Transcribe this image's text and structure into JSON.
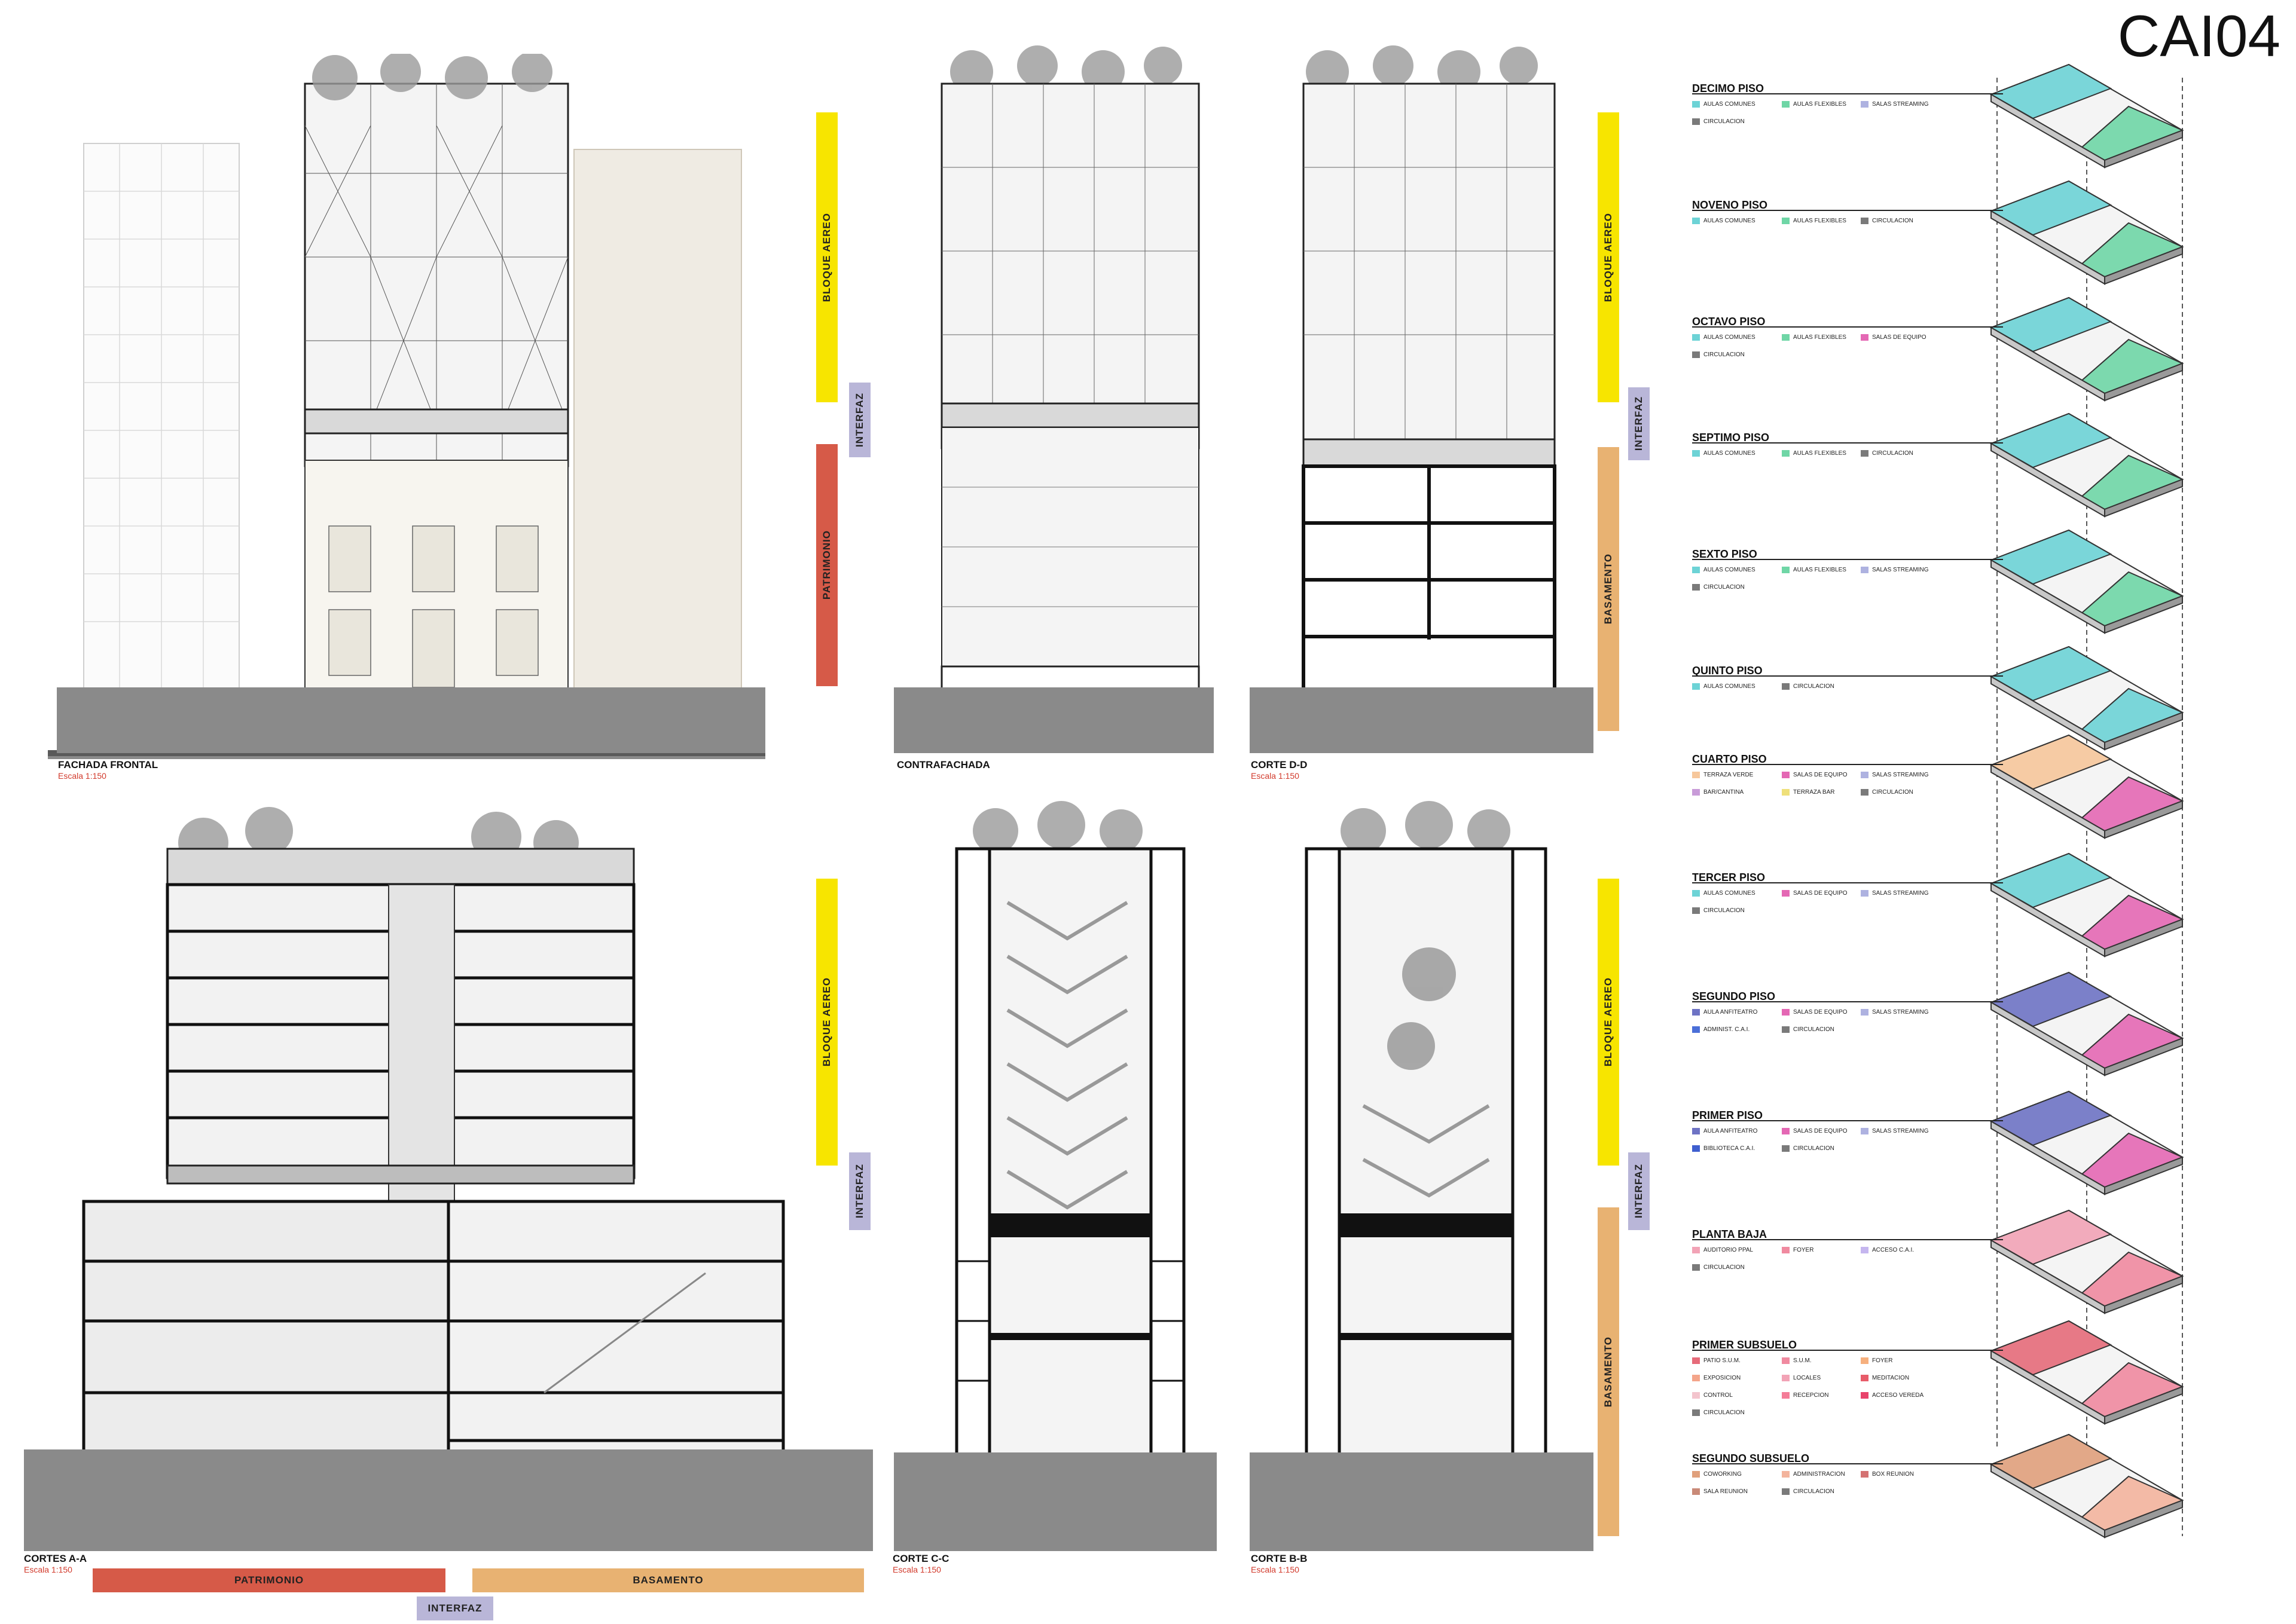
{
  "project_code": "CAI04",
  "drawings": [
    {
      "id": "fachada-frontal",
      "title": "FACHADA FRONTAL",
      "scale": "Escala 1:150"
    },
    {
      "id": "contrafachada",
      "title": "CONTRAFACHADA",
      "scale": ""
    },
    {
      "id": "corte-d-d",
      "title": "CORTE D-D",
      "scale": "Escala 1:150"
    },
    {
      "id": "cortes-a-a",
      "title": "CORTES A-A",
      "scale": "Escala 1:150"
    },
    {
      "id": "corte-c-c",
      "title": "CORTE C-C",
      "scale": "Escala 1:150"
    },
    {
      "id": "corte-b-b",
      "title": "CORTE B-B",
      "scale": "Escala 1:150"
    }
  ],
  "zone_labels": {
    "bloque_aereo": "BLOQUE AEREO",
    "interfaz": "INTERFAZ",
    "patrimonio": "PATRIMONIO",
    "basamento": "BASAMENTO"
  },
  "zone_colors": {
    "bloque_aereo": "#f7e500",
    "interfaz": "#b9b6d8",
    "patrimonio": "#d65a48",
    "basamento": "#e8b272"
  },
  "floors": [
    {
      "name": "DECIMO PISO",
      "legend": [
        {
          "label": "AULAS COMUNES",
          "color": "#6dd3d6"
        },
        {
          "label": "AULAS FLEXIBLES",
          "color": "#6fd6a6"
        },
        {
          "label": "SALAS STREAMING",
          "color": "#aeb2e0"
        },
        {
          "label": "CIRCULACION",
          "color": "#7a7a7a"
        }
      ]
    },
    {
      "name": "NOVENO PISO",
      "legend": [
        {
          "label": "AULAS COMUNES",
          "color": "#6dd3d6"
        },
        {
          "label": "AULAS FLEXIBLES",
          "color": "#6fd6a6"
        },
        {
          "label": "CIRCULACION",
          "color": "#7a7a7a"
        }
      ]
    },
    {
      "name": "OCTAVO PISO",
      "legend": [
        {
          "label": "AULAS COMUNES",
          "color": "#6dd3d6"
        },
        {
          "label": "AULAS FLEXIBLES",
          "color": "#6fd6a6"
        },
        {
          "label": "SALAS DE EQUIPO",
          "color": "#e468b4"
        },
        {
          "label": "CIRCULACION",
          "color": "#7a7a7a"
        }
      ]
    },
    {
      "name": "SEPTIMO PISO",
      "legend": [
        {
          "label": "AULAS COMUNES",
          "color": "#6dd3d6"
        },
        {
          "label": "AULAS FLEXIBLES",
          "color": "#6fd6a6"
        },
        {
          "label": "CIRCULACION",
          "color": "#7a7a7a"
        }
      ]
    },
    {
      "name": "SEXTO PISO",
      "legend": [
        {
          "label": "AULAS COMUNES",
          "color": "#6dd3d6"
        },
        {
          "label": "AULAS FLEXIBLES",
          "color": "#6fd6a6"
        },
        {
          "label": "SALAS STREAMING",
          "color": "#aeb2e0"
        },
        {
          "label": "CIRCULACION",
          "color": "#7a7a7a"
        }
      ]
    },
    {
      "name": "QUINTO PISO",
      "legend": [
        {
          "label": "AULAS COMUNES",
          "color": "#6dd3d6"
        },
        {
          "label": "CIRCULACION",
          "color": "#7a7a7a"
        }
      ]
    },
    {
      "name": "CUARTO PISO",
      "legend": [
        {
          "label": "TERRAZA VERDE",
          "color": "#f6c79b"
        },
        {
          "label": "SALAS DE EQUIPO",
          "color": "#e468b4"
        },
        {
          "label": "SALAS STREAMING",
          "color": "#aeb2e0"
        },
        {
          "label": "BAR/CANTINA",
          "color": "#c89bd8"
        },
        {
          "label": "TERRAZA BAR",
          "color": "#efe07a"
        },
        {
          "label": "CIRCULACION",
          "color": "#7a7a7a"
        }
      ]
    },
    {
      "name": "TERCER PISO",
      "legend": [
        {
          "label": "AULAS COMUNES",
          "color": "#6dd3d6"
        },
        {
          "label": "SALAS DE EQUIPO",
          "color": "#e468b4"
        },
        {
          "label": "SALAS STREAMING",
          "color": "#aeb2e0"
        },
        {
          "label": "CIRCULACION",
          "color": "#7a7a7a"
        }
      ]
    },
    {
      "name": "SEGUNDO PISO",
      "legend": [
        {
          "label": "AULA ANFITEATRO",
          "color": "#6e73c4"
        },
        {
          "label": "SALAS DE EQUIPO",
          "color": "#e468b4"
        },
        {
          "label": "SALAS STREAMING",
          "color": "#aeb2e0"
        },
        {
          "label": "ADMINIST. C.A.I.",
          "color": "#4b6fd8"
        },
        {
          "label": "CIRCULACION",
          "color": "#7a7a7a"
        }
      ]
    },
    {
      "name": "PRIMER PISO",
      "legend": [
        {
          "label": "AULA ANFITEATRO",
          "color": "#6e73c4"
        },
        {
          "label": "SALAS DE EQUIPO",
          "color": "#e468b4"
        },
        {
          "label": "SALAS STREAMING",
          "color": "#aeb2e0"
        },
        {
          "label": "BIBLIOTECA C.A.I.",
          "color": "#3f5fcf"
        },
        {
          "label": "CIRCULACION",
          "color": "#7a7a7a"
        }
      ]
    },
    {
      "name": "PLANTA BAJA",
      "legend": [
        {
          "label": "AUDITORIO PPAL",
          "color": "#f2a3b6"
        },
        {
          "label": "FOYER",
          "color": "#f08aa0"
        },
        {
          "label": "ACCESO C.A.I.",
          "color": "#c5b6ef"
        },
        {
          "label": "CIRCULACION",
          "color": "#7a7a7a"
        }
      ]
    },
    {
      "name": "PRIMER SUBSUELO",
      "legend": [
        {
          "label": "PATIO S.U.M.",
          "color": "#e66b7a"
        },
        {
          "label": "S.U.M.",
          "color": "#f08aa0"
        },
        {
          "label": "FOYER",
          "color": "#f6b07e"
        },
        {
          "label": "EXPOSICION",
          "color": "#f4a58a"
        },
        {
          "label": "LOCALES",
          "color": "#f2a3b6"
        },
        {
          "label": "MEDITACION",
          "color": "#e85c6a"
        },
        {
          "label": "CONTROL",
          "color": "#f3c4cd"
        },
        {
          "label": "RECEPCION",
          "color": "#f47d98"
        },
        {
          "label": "ACCESO VEREDA",
          "color": "#e8436b"
        },
        {
          "label": "CIRCULACION",
          "color": "#7a7a7a"
        }
      ]
    },
    {
      "name": "SEGUNDO SUBSUELO",
      "legend": [
        {
          "label": "COWORKING",
          "color": "#e0a07c"
        },
        {
          "label": "ADMINISTRACION",
          "color": "#f3b49d"
        },
        {
          "label": "BOX REUNION",
          "color": "#d47272"
        },
        {
          "label": "SALA REUNION",
          "color": "#c98a78"
        },
        {
          "label": "CIRCULACION",
          "color": "#7a7a7a"
        }
      ]
    }
  ]
}
